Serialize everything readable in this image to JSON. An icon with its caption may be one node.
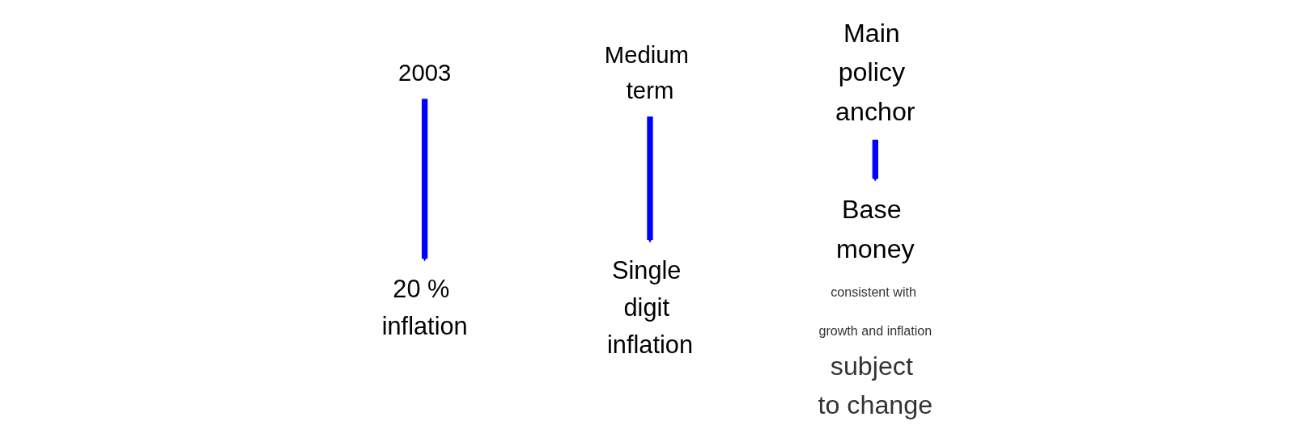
{
  "diagram": {
    "nodes": [
      {
        "text": [
          "2003"
        ]
      },
      {
        "text": [
          "20 % inflation"
        ]
      },
      {
        "text": [
          "Medium term"
        ]
      },
      {
        "text": [
          "Single digit inflation"
        ]
      },
      {
        "text": [
          "Main policy anchor"
        ]
      },
      {
        "text": [
          "Base money"
        ],
        "beside": [
          "consistent with growth and inflation",
          "subject to change"
        ]
      }
    ],
    "edges": [
      {
        "from": 0,
        "to": 1,
        "arrow": "to"
      },
      {
        "from": 2,
        "to": 3,
        "arrow": "to"
      },
      {
        "from": 4,
        "to": 5,
        "arrow": "to"
      }
    ]
  }
}
